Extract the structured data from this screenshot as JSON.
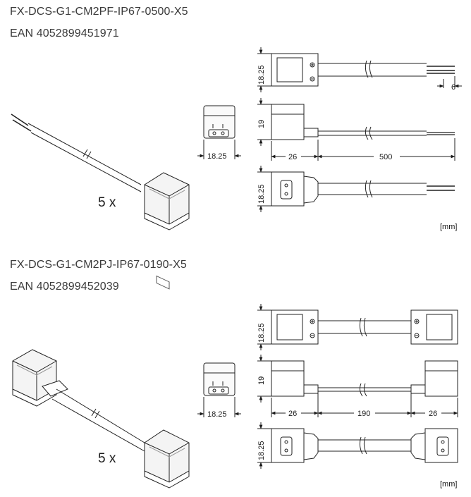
{
  "products": [
    {
      "part_number": "FX-DCS-G1-CM2PF-IP67-0500-X5",
      "ean": "EAN 4052899451971",
      "quantity": "5 x",
      "unit": "[mm]",
      "dims": {
        "height_top": "18.25",
        "height_side": "19",
        "height_bottom": "18.25",
        "front_width": "18.25",
        "connector_length": "26",
        "cable_length": "500",
        "strip_length": "6"
      }
    },
    {
      "part_number": "FX-DCS-G1-CM2PJ-IP67-0190-X5",
      "ean": "EAN 4052899452039",
      "quantity": "5 x",
      "unit": "[mm]",
      "dims": {
        "height_top": "18.25",
        "height_side": "19",
        "height_bottom": "18.25",
        "front_width": "18.25",
        "connector_length_left": "26",
        "cable_length": "190",
        "connector_length_right": "26"
      }
    }
  ]
}
